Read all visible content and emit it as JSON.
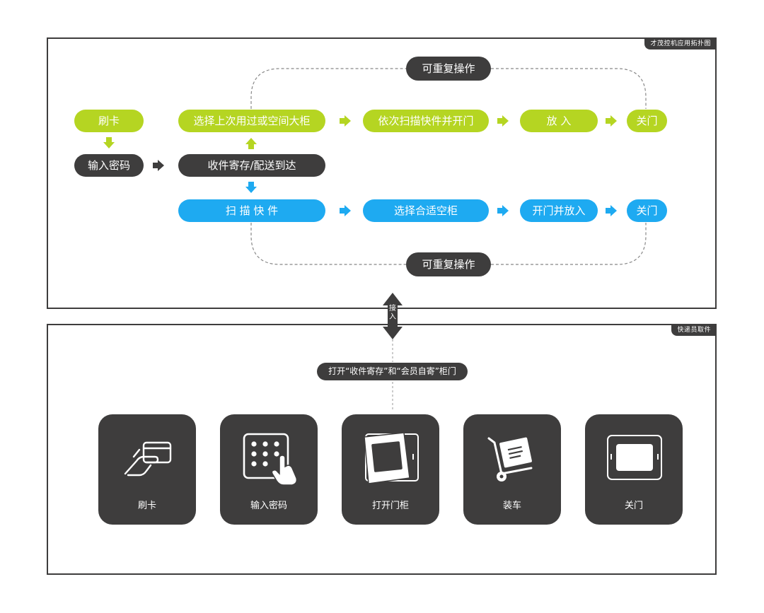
{
  "panels": {
    "top_tag": "才茂控机应用拓扑图",
    "bottom_tag": "快递员取件"
  },
  "flow": {
    "swipe_card": "刷卡",
    "enter_password": "输入密码",
    "choose_last_cabinet": "选择上次用过或空间大柜",
    "scan_in_order_open": "依次扫描快件并开门",
    "put_in": "放 入",
    "close_door_top": "关门",
    "receive_deliver": "收件寄存/配送到达",
    "scan_parcel": "扫 描 快 件",
    "choose_fit_cabinet": "选择合适空柜",
    "open_and_put": "开门并放入",
    "close_door_bottom": "关门",
    "repeatable_top": "可重复操作",
    "repeatable_bottom": "可重复操作"
  },
  "connector": {
    "label": "接入",
    "open_doors": "打开“收件寄存”和“会员自寄”柜门"
  },
  "steps": [
    {
      "label": "刷卡",
      "icon": "swipe-card-icon"
    },
    {
      "label": "输入密码",
      "icon": "keypad-icon"
    },
    {
      "label": "打开门柜",
      "icon": "cabinet-door-icon"
    },
    {
      "label": "装车",
      "icon": "hand-truck-icon"
    },
    {
      "label": "关门",
      "icon": "closed-door-icon"
    }
  ],
  "colors": {
    "green": "#b5d522",
    "blue": "#1eaaf1",
    "dark": "#3e3d3d"
  }
}
